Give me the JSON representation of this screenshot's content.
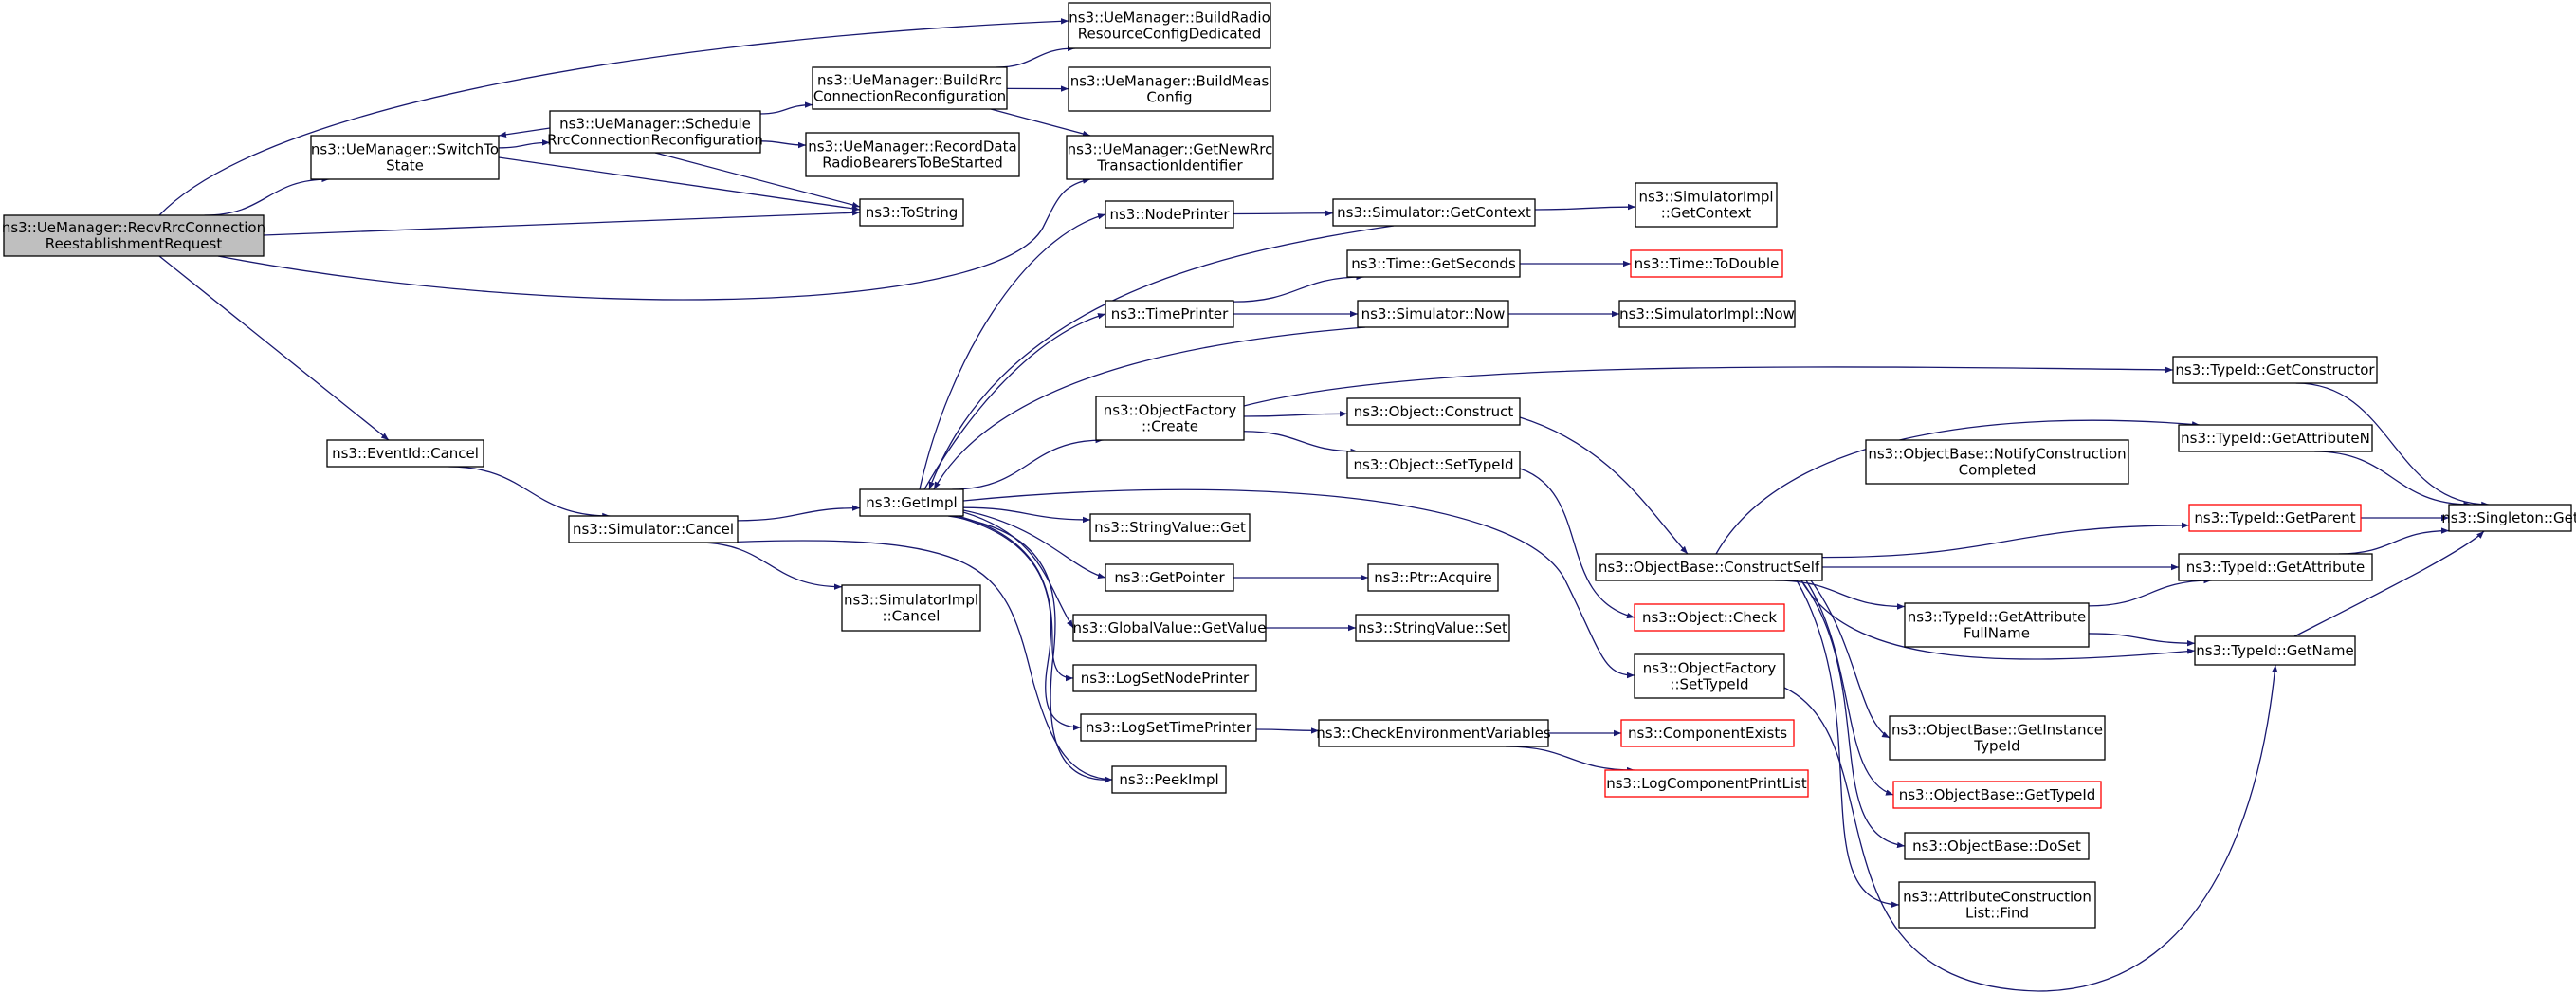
{
  "colors": {
    "edge": "#191970",
    "root_fill": "#bfbfbf",
    "external_border": "#ff0000",
    "border": "#000000"
  },
  "nodes": [
    {
      "id": "recv",
      "lines": [
        "ns3::UeManager::RecvRrcConnection",
        "ReestablishmentRequest"
      ],
      "root": true
    },
    {
      "id": "buildRadio",
      "lines": [
        "ns3::UeManager::BuildRadio",
        "ResourceConfigDedicated"
      ]
    },
    {
      "id": "switchTo",
      "lines": [
        "ns3::UeManager::SwitchTo",
        "State"
      ]
    },
    {
      "id": "schedule",
      "lines": [
        "ns3::UeManager::Schedule",
        "RrcConnectionReconfiguration"
      ]
    },
    {
      "id": "buildRrc",
      "lines": [
        "ns3::UeManager::BuildRrc",
        "ConnectionReconfiguration"
      ]
    },
    {
      "id": "buildMeas",
      "lines": [
        "ns3::UeManager::BuildMeas",
        "Config"
      ]
    },
    {
      "id": "recordData",
      "lines": [
        "ns3::UeManager::RecordData",
        "RadioBearersToBeStarted"
      ]
    },
    {
      "id": "getNewRrc",
      "lines": [
        "ns3::UeManager::GetNewRrc",
        "TransactionIdentifier"
      ]
    },
    {
      "id": "toString",
      "lines": [
        "ns3::ToString"
      ]
    },
    {
      "id": "nodePrinter",
      "lines": [
        "ns3::NodePrinter"
      ]
    },
    {
      "id": "simGetContext",
      "lines": [
        "ns3::Simulator::GetContext"
      ]
    },
    {
      "id": "simImplGetContext",
      "lines": [
        "ns3::SimulatorImpl",
        "::GetContext"
      ]
    },
    {
      "id": "timeGetSeconds",
      "lines": [
        "ns3::Time::GetSeconds"
      ]
    },
    {
      "id": "timeToDouble",
      "lines": [
        "ns3::Time::ToDouble"
      ],
      "external": true
    },
    {
      "id": "timePrinter",
      "lines": [
        "ns3::TimePrinter"
      ]
    },
    {
      "id": "simNow",
      "lines": [
        "ns3::Simulator::Now"
      ]
    },
    {
      "id": "simImplNow",
      "lines": [
        "ns3::SimulatorImpl::Now"
      ]
    },
    {
      "id": "typeIdGetConstructor",
      "lines": [
        "ns3::TypeId::GetConstructor"
      ]
    },
    {
      "id": "objectFactoryCreate",
      "lines": [
        "ns3::ObjectFactory",
        "::Create"
      ]
    },
    {
      "id": "objectConstruct",
      "lines": [
        "ns3::Object::Construct"
      ]
    },
    {
      "id": "typeIdGetAttributeN",
      "lines": [
        "ns3::TypeId::GetAttributeN"
      ]
    },
    {
      "id": "eventIdCancel",
      "lines": [
        "ns3::EventId::Cancel"
      ]
    },
    {
      "id": "objectBaseNotify",
      "lines": [
        "ns3::ObjectBase::NotifyConstruction",
        "Completed"
      ]
    },
    {
      "id": "objectSetTypeId",
      "lines": [
        "ns3::Object::SetTypeId"
      ]
    },
    {
      "id": "getImpl",
      "lines": [
        "ns3::GetImpl"
      ]
    },
    {
      "id": "typeIdGetParent",
      "lines": [
        "ns3::TypeId::GetParent"
      ],
      "external": true
    },
    {
      "id": "singletonGet",
      "lines": [
        "ns3::Singleton::Get"
      ]
    },
    {
      "id": "simCancel",
      "lines": [
        "ns3::Simulator::Cancel"
      ]
    },
    {
      "id": "stringValueGet",
      "lines": [
        "ns3::StringValue::Get"
      ]
    },
    {
      "id": "constructSelf",
      "lines": [
        "ns3::ObjectBase::ConstructSelf"
      ]
    },
    {
      "id": "typeIdGetAttribute",
      "lines": [
        "ns3::TypeId::GetAttribute"
      ]
    },
    {
      "id": "getPointer",
      "lines": [
        "ns3::GetPointer"
      ]
    },
    {
      "id": "ptrAcquire",
      "lines": [
        "ns3::Ptr::Acquire"
      ]
    },
    {
      "id": "simImplCancel",
      "lines": [
        "ns3::SimulatorImpl",
        "::Cancel"
      ]
    },
    {
      "id": "typeIdGetAttributeFullName",
      "lines": [
        "ns3::TypeId::GetAttribute",
        "FullName"
      ]
    },
    {
      "id": "objectCheck",
      "lines": [
        "ns3::Object::Check"
      ],
      "external": true
    },
    {
      "id": "globalValueGetValue",
      "lines": [
        "ns3::GlobalValue::GetValue"
      ]
    },
    {
      "id": "stringValueSet",
      "lines": [
        "ns3::StringValue::Set"
      ]
    },
    {
      "id": "typeIdGetName",
      "lines": [
        "ns3::TypeId::GetName"
      ]
    },
    {
      "id": "logSetNodePrinter",
      "lines": [
        "ns3::LogSetNodePrinter"
      ]
    },
    {
      "id": "objectFactorySetTypeId",
      "lines": [
        "ns3::ObjectFactory",
        "::SetTypeId"
      ]
    },
    {
      "id": "logSetTimePrinter",
      "lines": [
        "ns3::LogSetTimePrinter"
      ]
    },
    {
      "id": "checkEnv",
      "lines": [
        "ns3::CheckEnvironmentVariables"
      ]
    },
    {
      "id": "componentExists",
      "lines": [
        "ns3::ComponentExists"
      ],
      "external": true
    },
    {
      "id": "getInstanceTypeId",
      "lines": [
        "ns3::ObjectBase::GetInstance",
        "TypeId"
      ]
    },
    {
      "id": "peekImpl",
      "lines": [
        "ns3::PeekImpl"
      ]
    },
    {
      "id": "logComponentPrintList",
      "lines": [
        "ns3::LogComponentPrintList"
      ],
      "external": true
    },
    {
      "id": "objectBaseGetTypeId",
      "lines": [
        "ns3::ObjectBase::GetTypeId"
      ],
      "external": true
    },
    {
      "id": "objectBaseDoSet",
      "lines": [
        "ns3::ObjectBase::DoSet"
      ]
    },
    {
      "id": "attrConstructionFind",
      "lines": [
        "ns3::AttributeConstruction",
        "List::Find"
      ]
    }
  ],
  "edges": [
    [
      "recv",
      "buildRadio"
    ],
    [
      "recv",
      "switchTo"
    ],
    [
      "recv",
      "toString"
    ],
    [
      "recv",
      "getNewRrc"
    ],
    [
      "recv",
      "eventIdCancel"
    ],
    [
      "switchTo",
      "schedule"
    ],
    [
      "switchTo",
      "toString"
    ],
    [
      "schedule",
      "switchTo"
    ],
    [
      "schedule",
      "buildRrc"
    ],
    [
      "schedule",
      "recordData"
    ],
    [
      "schedule",
      "toString"
    ],
    [
      "buildRrc",
      "buildRadio"
    ],
    [
      "buildRrc",
      "buildMeas"
    ],
    [
      "buildRrc",
      "getNewRrc"
    ],
    [
      "eventIdCancel",
      "simCancel"
    ],
    [
      "simCancel",
      "getImpl"
    ],
    [
      "simCancel",
      "simImplCancel"
    ],
    [
      "simCancel",
      "peekImpl"
    ],
    [
      "getImpl",
      "nodePrinter"
    ],
    [
      "getImpl",
      "timePrinter"
    ],
    [
      "getImpl",
      "objectFactoryCreate"
    ],
    [
      "getImpl",
      "stringValueGet"
    ],
    [
      "getImpl",
      "getPointer"
    ],
    [
      "getImpl",
      "globalValueGetValue"
    ],
    [
      "getImpl",
      "logSetNodePrinter"
    ],
    [
      "getImpl",
      "logSetTimePrinter"
    ],
    [
      "getImpl",
      "peekImpl"
    ],
    [
      "getImpl",
      "objectFactorySetTypeId"
    ],
    [
      "nodePrinter",
      "simGetContext"
    ],
    [
      "simGetContext",
      "getImpl"
    ],
    [
      "simGetContext",
      "simImplGetContext"
    ],
    [
      "timePrinter",
      "timeGetSeconds"
    ],
    [
      "timePrinter",
      "simNow"
    ],
    [
      "timeGetSeconds",
      "timeToDouble"
    ],
    [
      "simNow",
      "getImpl"
    ],
    [
      "simNow",
      "simImplNow"
    ],
    [
      "objectFactoryCreate",
      "typeIdGetConstructor"
    ],
    [
      "objectFactoryCreate",
      "objectConstruct"
    ],
    [
      "objectFactoryCreate",
      "objectSetTypeId"
    ],
    [
      "objectConstruct",
      "constructSelf"
    ],
    [
      "objectSetTypeId",
      "objectCheck"
    ],
    [
      "typeIdGetConstructor",
      "singletonGet"
    ],
    [
      "typeIdGetAttributeN",
      "singletonGet"
    ],
    [
      "typeIdGetParent",
      "singletonGet"
    ],
    [
      "typeIdGetAttribute",
      "singletonGet"
    ],
    [
      "typeIdGetName",
      "singletonGet"
    ],
    [
      "constructSelf",
      "typeIdGetAttributeN"
    ],
    [
      "constructSelf",
      "typeIdGetParent"
    ],
    [
      "constructSelf",
      "typeIdGetAttribute"
    ],
    [
      "constructSelf",
      "typeIdGetAttributeFullName"
    ],
    [
      "constructSelf",
      "typeIdGetName"
    ],
    [
      "constructSelf",
      "getInstanceTypeId"
    ],
    [
      "constructSelf",
      "objectBaseGetTypeId"
    ],
    [
      "constructSelf",
      "objectBaseDoSet"
    ],
    [
      "constructSelf",
      "attrConstructionFind"
    ],
    [
      "typeIdGetAttributeFullName",
      "typeIdGetAttribute"
    ],
    [
      "typeIdGetAttributeFullName",
      "typeIdGetName"
    ],
    [
      "getPointer",
      "ptrAcquire"
    ],
    [
      "globalValueGetValue",
      "stringValueSet"
    ],
    [
      "logSetTimePrinter",
      "checkEnv"
    ],
    [
      "checkEnv",
      "componentExists"
    ],
    [
      "checkEnv",
      "logComponentPrintList"
    ],
    [
      "objectFactorySetTypeId",
      "typeIdGetName"
    ]
  ]
}
